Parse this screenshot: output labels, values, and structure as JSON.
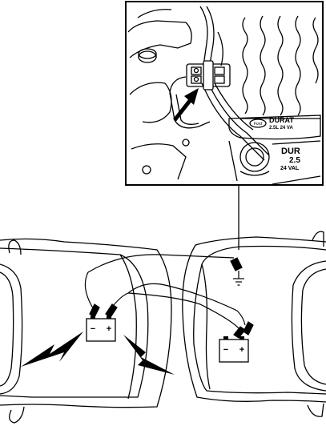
{
  "inset": {
    "logo_text": "Ford",
    "plate_line1": "DURAT",
    "plate_line2": "2.5L 24 VA",
    "cover_line1": "DUR",
    "cover_line2": "2.5",
    "cover_line3": "24 VAL"
  },
  "batteries": {
    "donor": {
      "minus": "−",
      "plus": "+"
    },
    "dead": {
      "minus": "−",
      "plus": "+"
    }
  }
}
